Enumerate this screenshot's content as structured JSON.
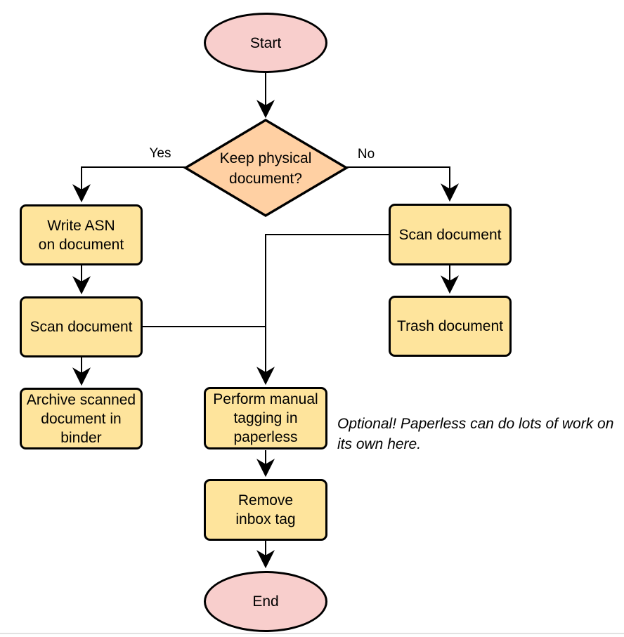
{
  "palette": {
    "pink": "#f8cecc",
    "orange": "#ffd0a3",
    "yellow": "#fee49c",
    "stroke": "#000000",
    "line": "#000000",
    "bottom_rule": "#e2e2e2"
  },
  "nodes": {
    "start": {
      "type": "terminator",
      "label": "Start"
    },
    "decision": {
      "type": "decision",
      "label": "Keep physical\ndocument?"
    },
    "write_asn": {
      "type": "process",
      "label": "Write ASN\non document"
    },
    "scan_left": {
      "type": "process",
      "label": "Scan document"
    },
    "archive": {
      "type": "process",
      "label": "Archive scanned\ndocument in\nbinder"
    },
    "scan_right": {
      "type": "process",
      "label": "Scan document"
    },
    "trash": {
      "type": "process",
      "label": "Trash document"
    },
    "tagging": {
      "type": "process",
      "label": "Perform manual\ntagging in\npaperless"
    },
    "remove_inbox": {
      "type": "process",
      "label": "Remove\ninbox tag"
    },
    "end": {
      "type": "terminator",
      "label": "End"
    }
  },
  "edge_labels": {
    "yes": "Yes",
    "no": "No"
  },
  "note": {
    "text": "Optional! Paperless can do lots of work on\nits own here."
  }
}
